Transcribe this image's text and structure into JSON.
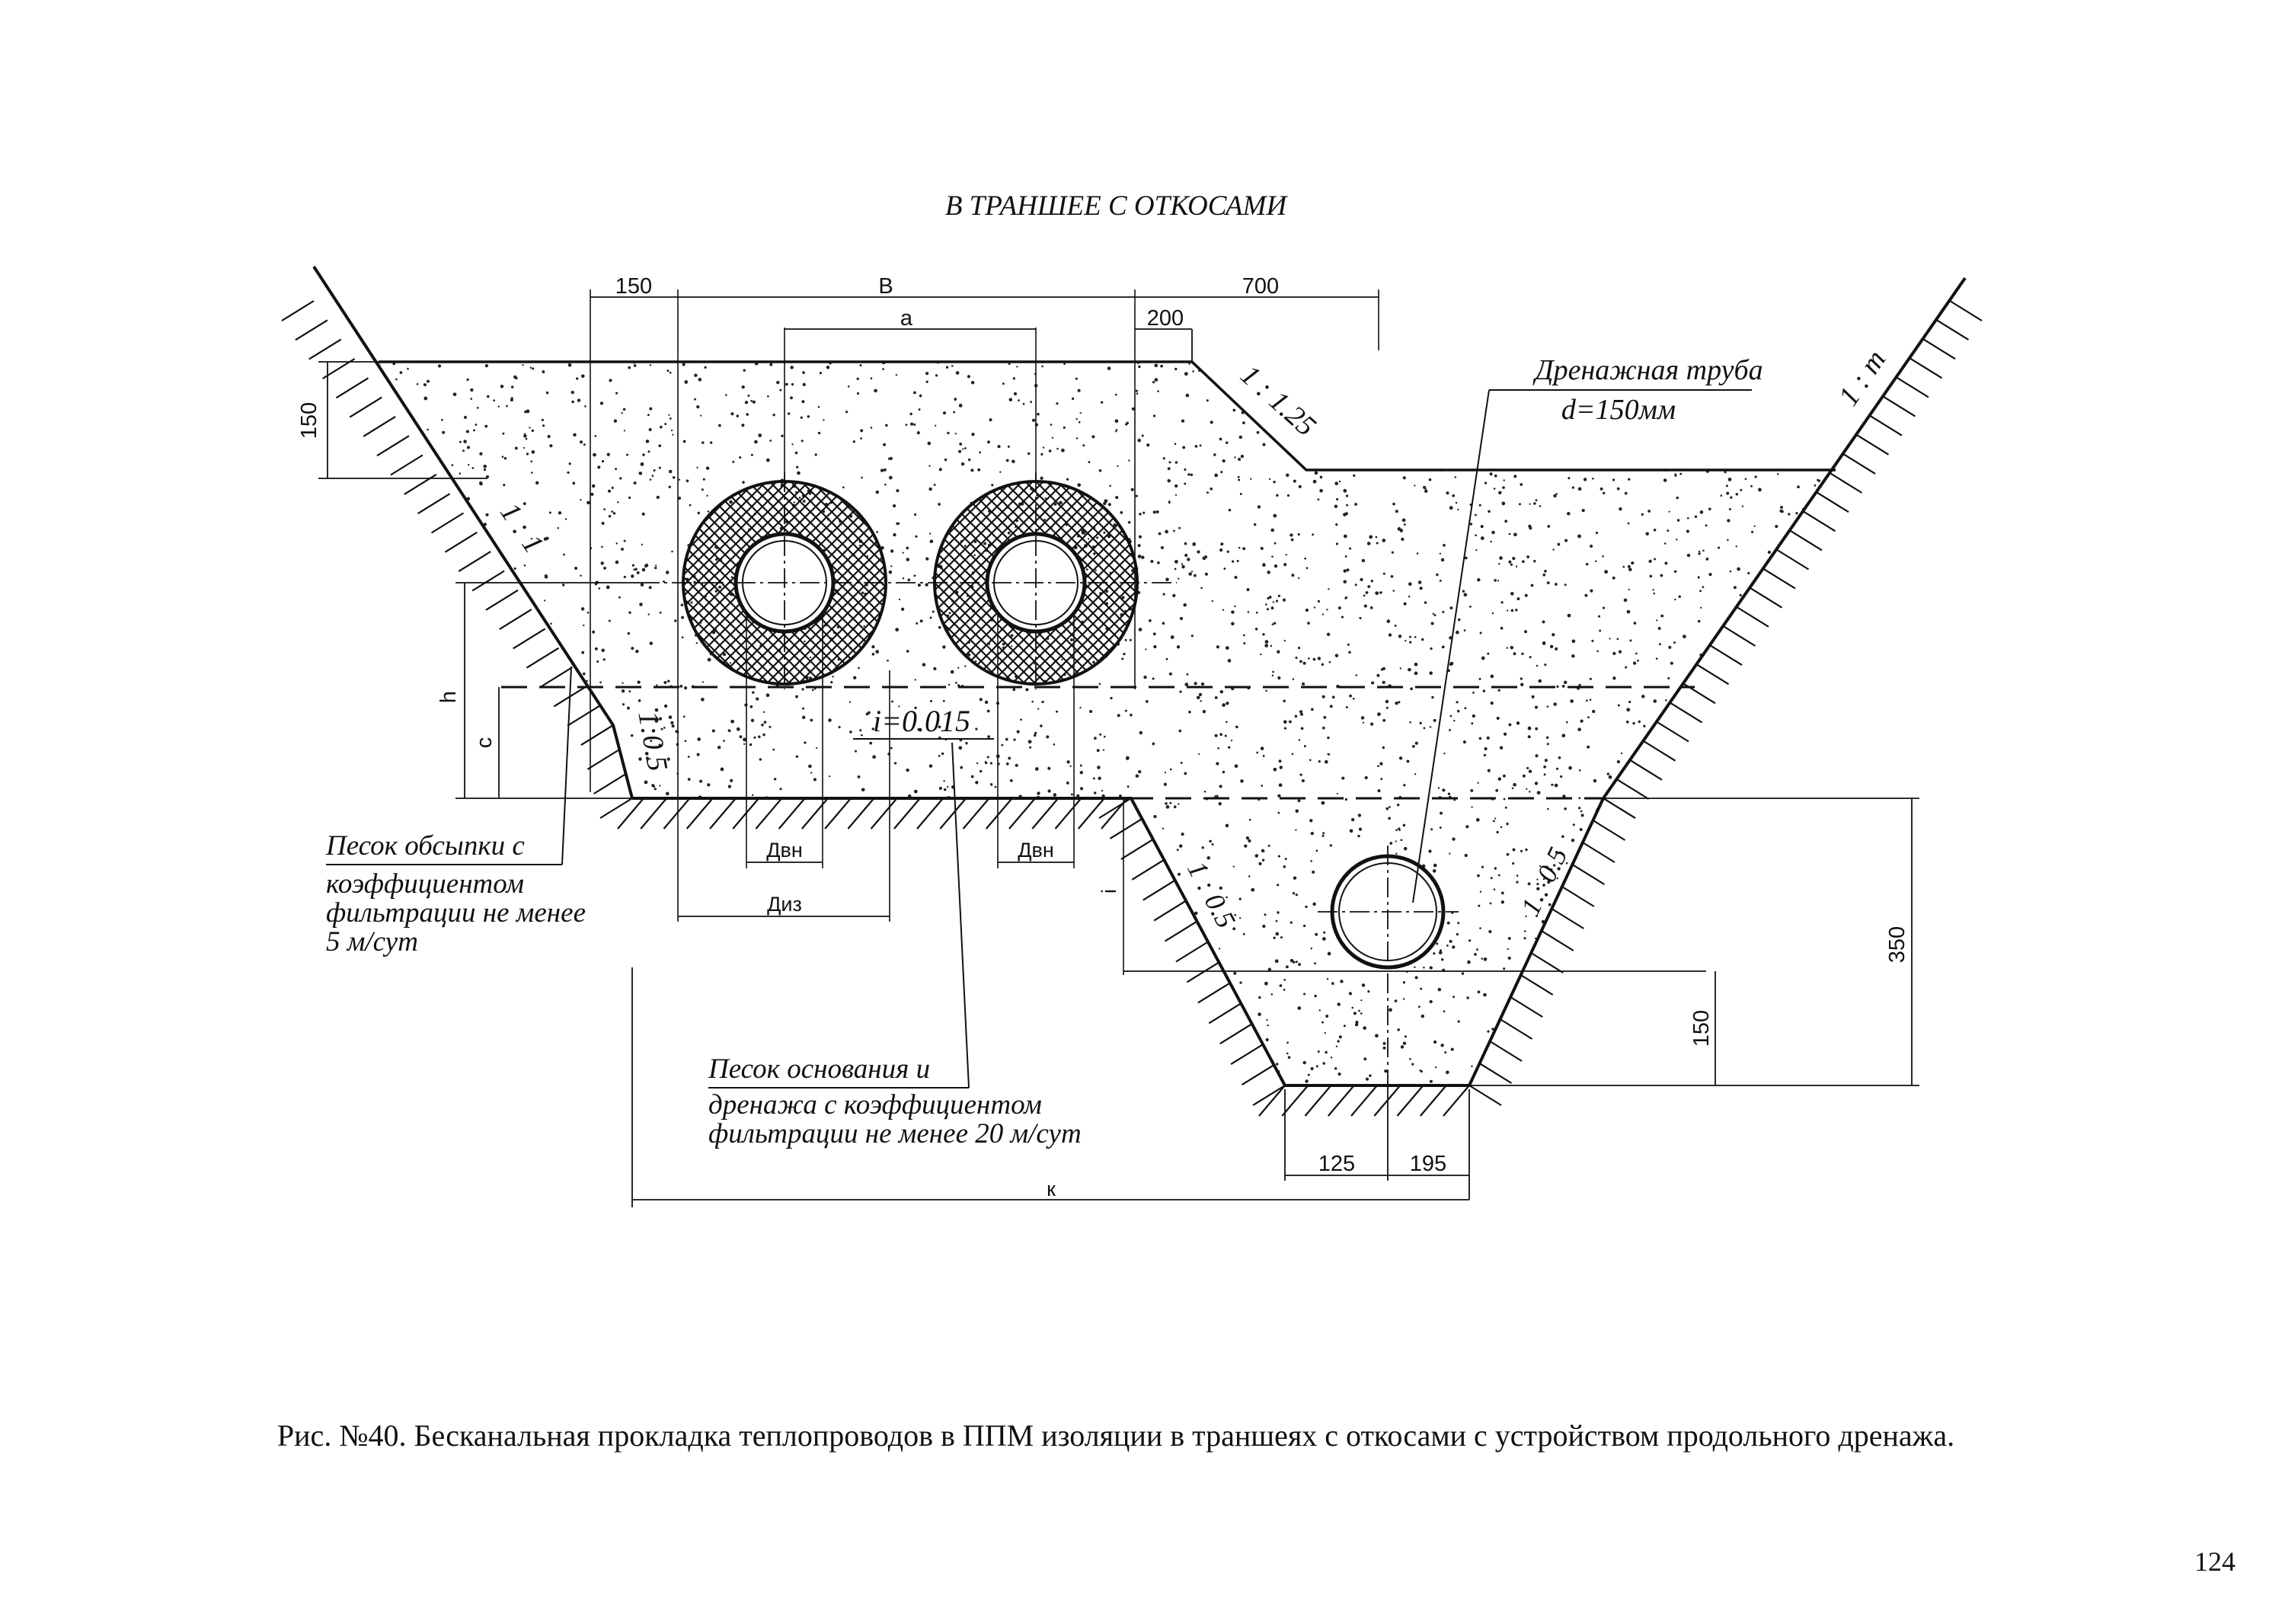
{
  "title": "В ТРАНШЕЕ С ОТКОСАМИ",
  "caption": "Рис. №40. Бесканальная прокладка теплопроводов в ППМ изоляции в траншеях с откосами с устройством продольного дренажа.",
  "page_number": "124",
  "dimensions": {
    "d150_top": "150",
    "b": "B",
    "a": "a",
    "d700": "700",
    "d200": "200",
    "d150_left": "150",
    "h": "h",
    "c": "c",
    "dvn_left": "Двн",
    "dvn_right": "Двн",
    "diz": "Диз",
    "i_mark": "i",
    "d350": "350",
    "d150_right": "150",
    "d125": "125",
    "d195": "195",
    "k": "к"
  },
  "slopes": {
    "left_upper": "1 : 1",
    "left_lower": "1:0.5",
    "mid_upper": "1 : 1.25",
    "right_top": "1 : m",
    "drain_left": "1 : 0.5",
    "drain_right": "1 : 0.5"
  },
  "slope_gradient": "i=0.015",
  "labels": {
    "drain_pipe_line1": "Дренажная труба",
    "drain_pipe_line2": "d=150мм",
    "backfill_line1": "Песок обсыпки с",
    "backfill_line2": "коэффициентом",
    "backfill_line3": "фильтрации не менее",
    "backfill_line4": "5 м/сут",
    "base_line1": "Песок основания и",
    "base_line2": "дренажа с коэффициентом",
    "base_line3": "фильтрации не менее 20 м/сут"
  }
}
